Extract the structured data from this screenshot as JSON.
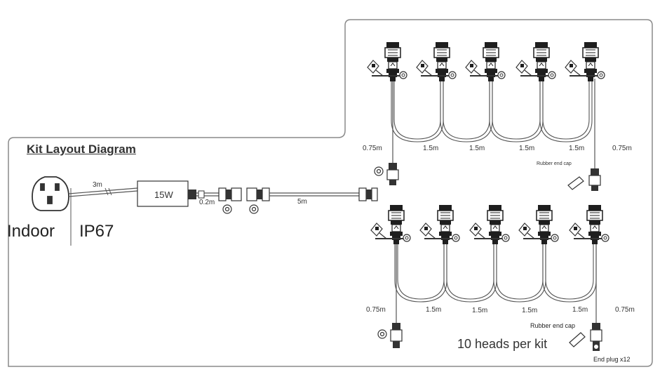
{
  "title": "Kit Layout Diagram",
  "zones": {
    "indoor": "Indoor",
    "outdoor": "IP67"
  },
  "driver_label": "15W",
  "cables": {
    "mains": "3m",
    "lead": "0.2m",
    "extension": "5m",
    "top": [
      "0.75m",
      "1.5m",
      "1.5m",
      "1.5m",
      "1.5m",
      "0.75m"
    ],
    "bottom": [
      "0.75m",
      "1.5m",
      "1.5m",
      "1.5m",
      "1.5m",
      "0.75m"
    ]
  },
  "notes": {
    "end_cap_top": "Rubber end cap",
    "end_cap_bottom": "Rubber end cap",
    "heads": "10 heads per kit",
    "end_plug": "End plug x12"
  },
  "colors": {
    "line": "#555555",
    "frame": "#8a8a8a",
    "head": "#1e1e1e"
  }
}
